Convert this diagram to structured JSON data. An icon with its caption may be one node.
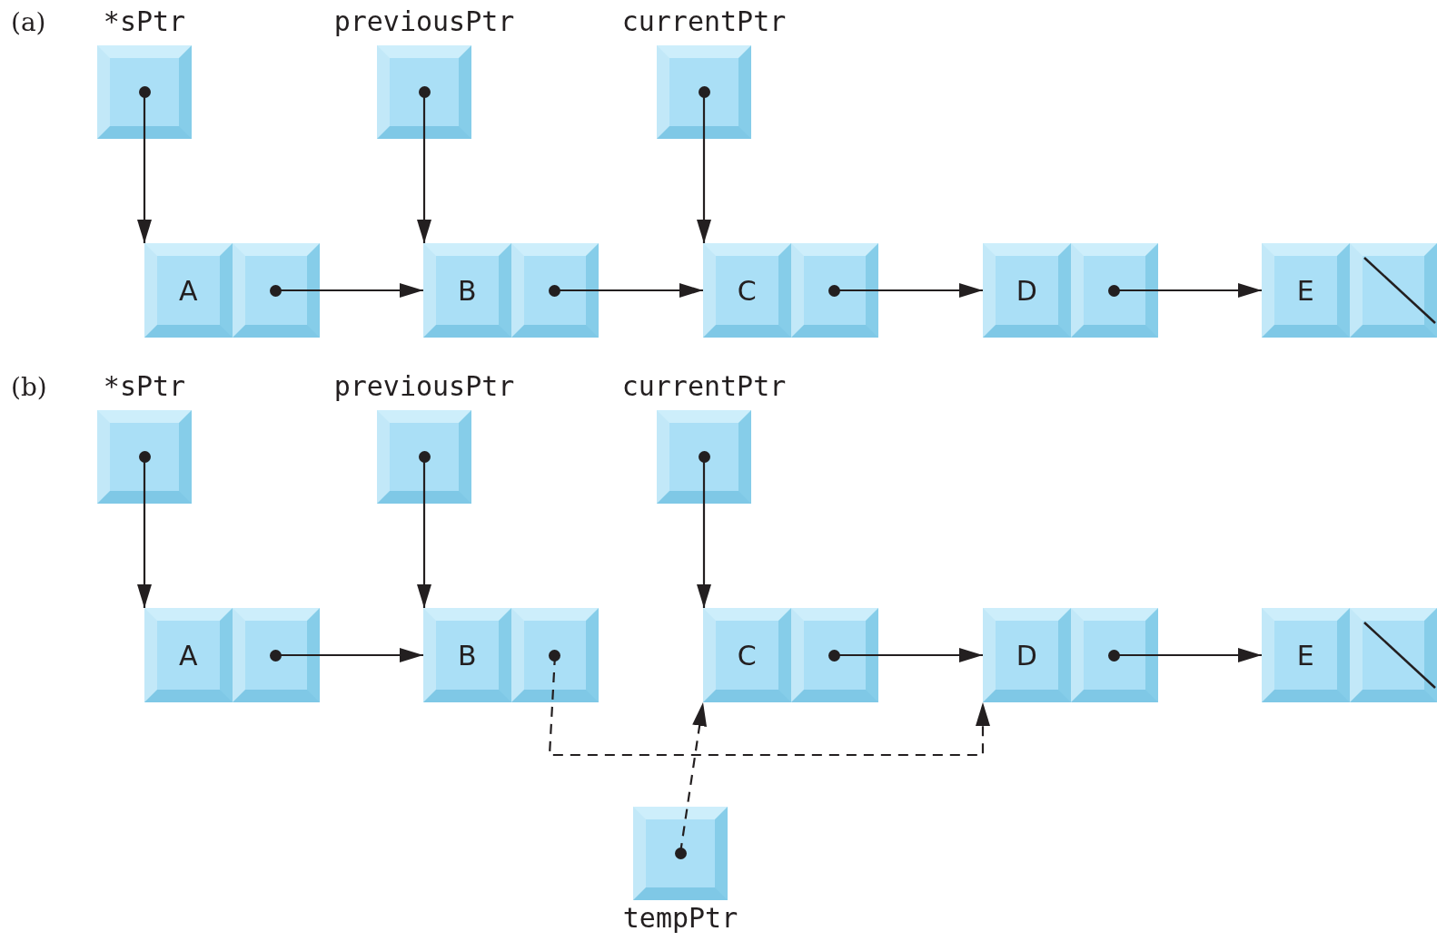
{
  "diagram": {
    "nodes": [
      {
        "text": [
          "*sPtr"
        ]
      },
      {
        "text": [
          "previousPtr"
        ]
      },
      {
        "text": [
          "currentPtr"
        ]
      },
      {
        "text": [
          "A"
        ]
      },
      {
        "text": [
          "B"
        ]
      },
      {
        "text": [
          "C"
        ]
      },
      {
        "text": [
          "D"
        ]
      },
      {
        "text": [
          "E"
        ]
      },
      {
        "text": [
          "*sPtr"
        ]
      },
      {
        "text": [
          "previousPtr"
        ]
      },
      {
        "text": [
          "currentPtr"
        ]
      },
      {
        "text": [
          "A"
        ]
      },
      {
        "text": [
          "B"
        ]
      },
      {
        "text": [
          "C"
        ]
      },
      {
        "text": [
          "D"
        ]
      },
      {
        "text": [
          "E"
        ]
      },
      {
        "text": [
          "tempPtr"
        ]
      }
    ],
    "edges": [
      {
        "from": 0,
        "to": 3,
        "arrow": "to"
      },
      {
        "from": 1,
        "to": 4,
        "arrow": "to"
      },
      {
        "from": 2,
        "to": 5,
        "arrow": "to"
      },
      {
        "from": 3,
        "to": 4,
        "arrow": "to"
      },
      {
        "from": 4,
        "to": 5,
        "arrow": "to"
      },
      {
        "from": 5,
        "to": 6,
        "arrow": "to"
      },
      {
        "from": 6,
        "to": 7,
        "arrow": "to"
      },
      {
        "from": 8,
        "to": 11,
        "arrow": "to"
      },
      {
        "from": 9,
        "to": 12,
        "arrow": "to"
      },
      {
        "from": 10,
        "to": 13,
        "arrow": "to"
      },
      {
        "from": 11,
        "to": 12,
        "arrow": "to"
      },
      {
        "from": 13,
        "to": 14,
        "arrow": "to"
      },
      {
        "from": 14,
        "to": 15,
        "arrow": "to"
      },
      {
        "from": 12,
        "to": 14,
        "arrow": "to",
        "style": "dashed"
      },
      {
        "from": 16,
        "to": 13,
        "arrow": "to",
        "style": "dashed"
      }
    ],
    "labels": [
      "(a)",
      "(b)"
    ]
  }
}
